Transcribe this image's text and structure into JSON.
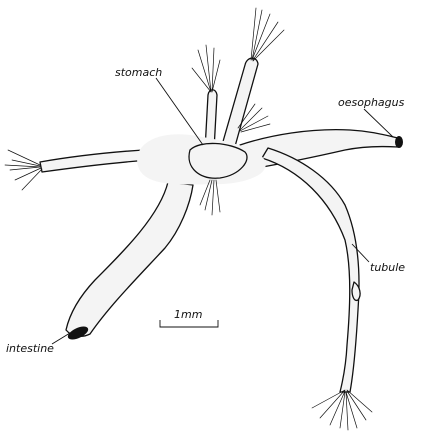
{
  "figure": {
    "labels": {
      "stomach": "stomach",
      "oesophagus": "oesophagus",
      "tubule": "tubule",
      "intestine": "intestine"
    },
    "scale_bar": {
      "text": "1mm"
    }
  }
}
